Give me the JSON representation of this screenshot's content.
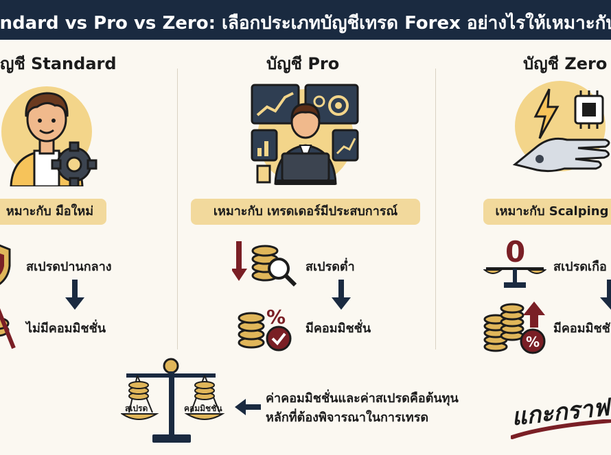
{
  "header": {
    "title": "andard vs Pro vs Zero: เลือกประเภทบัญชีเทรด Forex อย่างไรให้เหมาะกับ"
  },
  "columns": [
    {
      "heading": "ญชี Standard",
      "suitable": "หมาะกับ มือใหม่",
      "feature_1": "สเปรดปานกลาง",
      "feature_2": "ไม่มีคอมมิชชั่น"
    },
    {
      "heading": "บัญชี Pro",
      "suitable": "เหมาะกับ เทรดเดอร์มีประสบการณ์",
      "feature_1": "สเปรดต่ำ",
      "feature_2": "มีคอมมิชชั่น"
    },
    {
      "heading": "บัญชี Zero",
      "suitable": "เหมาะกับ Scalping",
      "feature_1": "สเปรดเกือ",
      "feature_2": "มีคอมมิชชั"
    }
  ],
  "zero_badge": "0",
  "percent_sign": "%",
  "scale": {
    "left_label": "สเปรด",
    "right_label": "คอมมิชชั่น"
  },
  "bottom": {
    "line_1": "ค่าคอมมิชชั่นและค่าสเปรดคือต้นทุน",
    "line_2": "หลักที่ต้องพิจารณาในการเทรด"
  },
  "brand": "แกะกราฟ",
  "colors": {
    "navy": "#1a2a40",
    "pill": "#f2d99c",
    "circle": "#f3d58a",
    "maroon": "#7a1f25",
    "gold": "#e0b65a",
    "background": "#fbf8f1"
  }
}
